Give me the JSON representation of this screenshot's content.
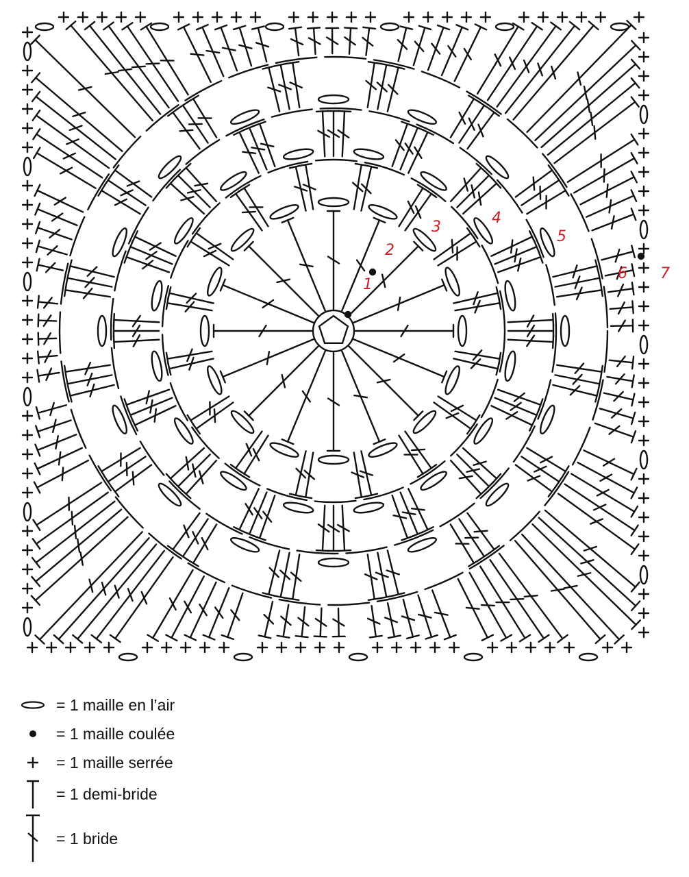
{
  "diagram": {
    "title": "",
    "round_numbers": [
      "1",
      "2",
      "3",
      "4",
      "5",
      "6",
      "7"
    ],
    "colors": {
      "ink": "#111111",
      "round_number": "#c8202a",
      "background": "#ffffff"
    }
  },
  "legend": [
    {
      "symbol": "chain-oval",
      "label": "= 1 maille en l’air"
    },
    {
      "symbol": "slip-stitch-dot",
      "label": "= 1 maille coulée"
    },
    {
      "symbol": "single-crochet-plus",
      "label": "= 1 maille serrée"
    },
    {
      "symbol": "half-double-t",
      "label": "= 1 demi-bride"
    },
    {
      "symbol": "double-crochet-t-slash",
      "label": "= 1 bride"
    }
  ]
}
